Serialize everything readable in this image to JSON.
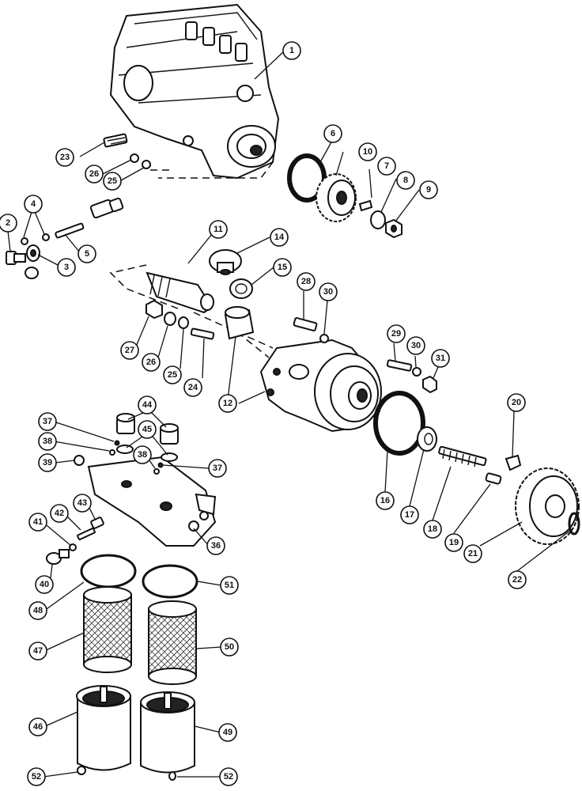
{
  "callouts": {
    "c1": "1",
    "c2": "2",
    "c3": "3",
    "c4": "4",
    "c5": "5",
    "c6": "6",
    "c7": "7",
    "c8": "8",
    "c9": "9",
    "c10": "10",
    "c11": "11",
    "c12": "12",
    "c14": "14",
    "c15": "15",
    "c16": "16",
    "c17": "17",
    "c18": "18",
    "c19": "19",
    "c20": "20",
    "c21": "21",
    "c22": "22",
    "c23": "23",
    "c24": "24",
    "c25a": "25",
    "c25b": "25",
    "c26a": "26",
    "c26b": "26",
    "c27": "27",
    "c28": "28",
    "c29": "29",
    "c30a": "30",
    "c30b": "30",
    "c31": "31",
    "c36": "36",
    "c37a": "37",
    "c37b": "37",
    "c38a": "38",
    "c38b": "38",
    "c39": "39",
    "c40": "40",
    "c41": "41",
    "c42": "42",
    "c43": "43",
    "c44": "44",
    "c45": "45",
    "c46": "46",
    "c47": "47",
    "c48": "48",
    "c49": "49",
    "c50": "50",
    "c51": "51",
    "c52a": "52",
    "c52b": "52"
  }
}
